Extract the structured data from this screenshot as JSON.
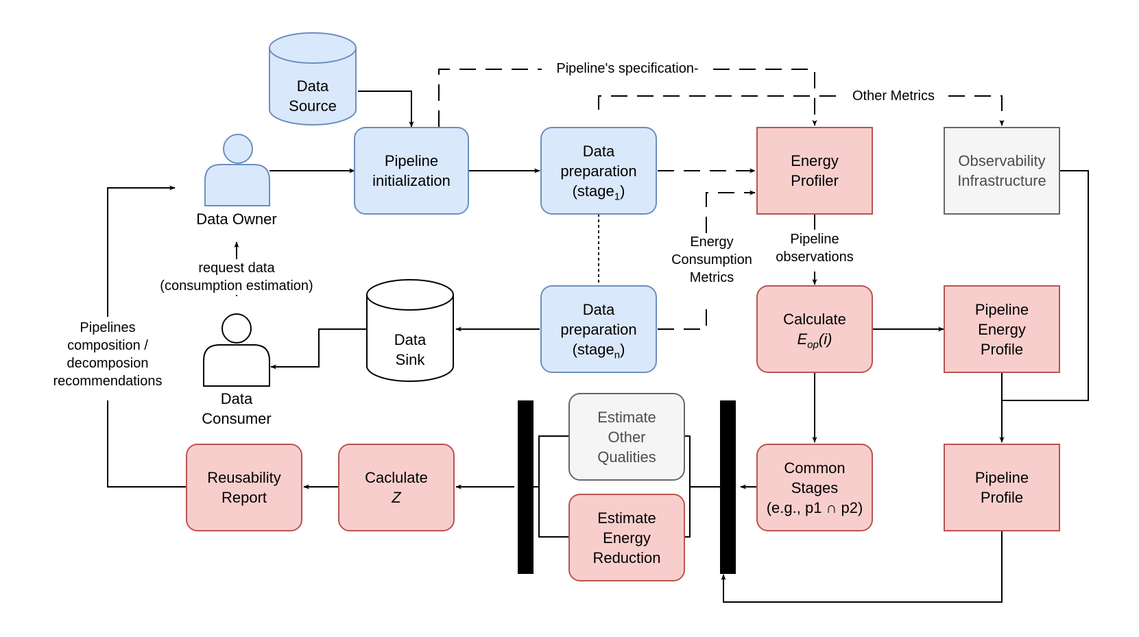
{
  "colors": {
    "blue_fill": "#dae8fc",
    "blue_stroke": "#6c8ebf",
    "red_fill": "#f8cecc",
    "red_stroke": "#b85450",
    "gray_fill": "#f5f5f5",
    "gray_stroke": "#666666",
    "line": "#000000"
  },
  "nodes": {
    "data_source": {
      "line1": "Data",
      "line2": "Source"
    },
    "data_owner": {
      "label": "Data Owner",
      "icon": "person-icon"
    },
    "data_consumer": {
      "line1": "Data",
      "line2": "Consumer",
      "icon": "person-icon"
    },
    "pipeline_init": {
      "line1": "Pipeline",
      "line2": "initialization"
    },
    "data_prep_1": {
      "line1": "Data",
      "line2": "preparation",
      "line3_prefix": "(stage",
      "line3_sub": "1",
      "line3_suffix": ")"
    },
    "data_prep_n": {
      "line1": "Data",
      "line2": "preparation",
      "line3_prefix": "(stage",
      "line3_sub": "n",
      "line3_suffix": ")"
    },
    "data_sink": {
      "line1": "Data",
      "line2": "Sink"
    },
    "energy_profiler": {
      "line1": "Energy",
      "line2": "Profiler"
    },
    "observability": {
      "line1": "Observability",
      "line2": "Infrastructure"
    },
    "calculate_eop": {
      "line1": "Calculate",
      "line2_main": "E",
      "line2_sub": "op",
      "line2_suffix": "(i)"
    },
    "pipeline_energy_profile": {
      "line1": "Pipeline",
      "line2": "Energy",
      "line3": "Profile"
    },
    "common_stages": {
      "line1": "Common",
      "line2": "Stages",
      "line3": "(e.g., p1 ∩ p2)"
    },
    "pipeline_profile": {
      "line1": "Pipeline",
      "line2": "Profile"
    },
    "estimate_other": {
      "line1": "Estimate",
      "line2": "Other",
      "line3": "Qualities"
    },
    "estimate_energy": {
      "line1": "Estimate",
      "line2": "Energy",
      "line3": "Reduction"
    },
    "calculate_z": {
      "line1": "Caclulate",
      "line2": "Z"
    },
    "reusability_report": {
      "line1": "Reusability",
      "line2": "Report"
    }
  },
  "edge_labels": {
    "pipeline_spec": "Pipeline's specification-",
    "other_metrics": "Other Metrics",
    "energy_metrics": [
      "Energy",
      "Consumption",
      "Metrics"
    ],
    "pipeline_observations": [
      "Pipeline",
      "observations"
    ],
    "request_data": [
      "request data",
      "(consumption estimation)"
    ],
    "recommendations": [
      "Pipelines",
      "composition /",
      "decomposion",
      "recommendations"
    ]
  }
}
